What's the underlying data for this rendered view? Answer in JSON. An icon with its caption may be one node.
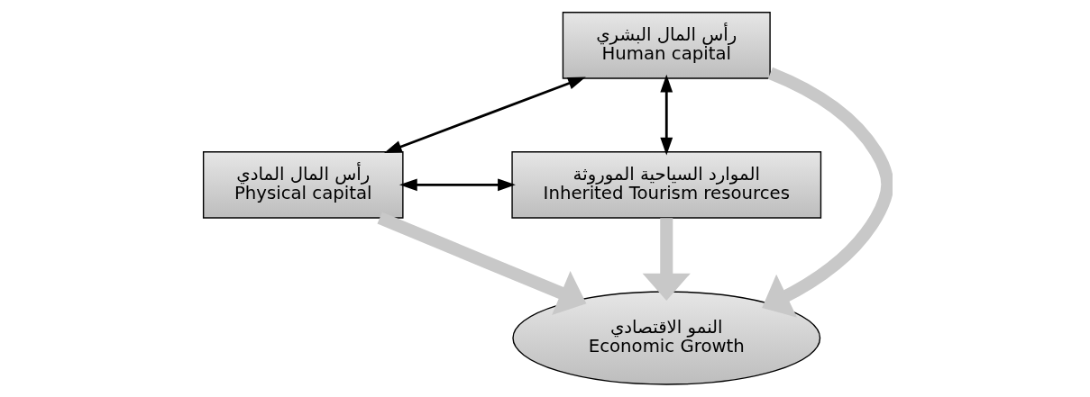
{
  "diagram": {
    "nodes": [
      {
        "text": [
          "رأس المال البشري",
          "Human capital"
        ]
      },
      {
        "text": [
          "رأس المال المادي",
          "Physical capital"
        ]
      },
      {
        "text": [
          "الموارد السياحية الموروثة",
          "Inherited Tourism resources"
        ]
      },
      {
        "text": [
          "النمو الاقتصادي",
          "Economic Growth"
        ]
      }
    ],
    "edges": [
      {
        "from": 0,
        "to": 1,
        "arrow": "both"
      },
      {
        "from": 0,
        "to": 2,
        "arrow": "both"
      },
      {
        "from": 1,
        "to": 2,
        "arrow": "both"
      },
      {
        "from": 1,
        "to": 3,
        "arrow": "to",
        "style": "thick",
        "color": "#c8c8c8"
      },
      {
        "from": 0,
        "to": 3,
        "arrow": "to",
        "style": "thick",
        "color": "#c8c8c8"
      },
      {
        "from": 2,
        "to": 3,
        "arrow": "to",
        "style": "thick",
        "color": "#c8c8c8"
      }
    ]
  }
}
